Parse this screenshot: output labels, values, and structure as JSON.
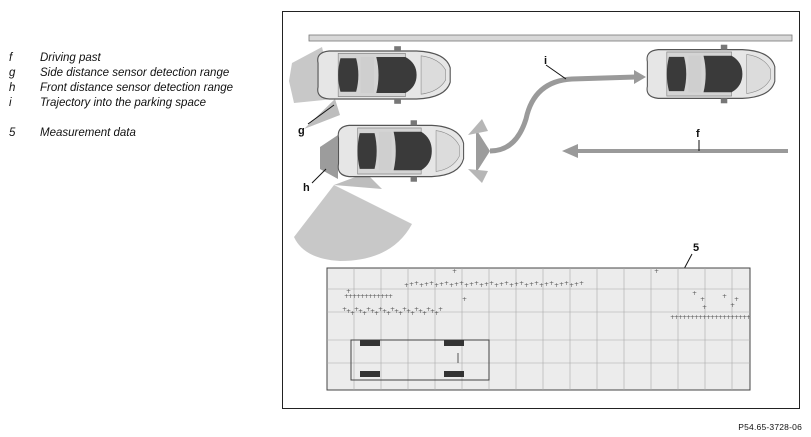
{
  "legend": [
    {
      "key": "f",
      "text": "Driving past"
    },
    {
      "key": "g",
      "text": "Side distance sensor detection range"
    },
    {
      "key": "h",
      "text": "Front distance sensor detection range"
    },
    {
      "key": "i",
      "text": "Trajectory into the parking space"
    },
    {
      "key": "5",
      "text": "Measurement data"
    }
  ],
  "callouts": {
    "f": "f",
    "g": "g",
    "h": "h",
    "i": "i",
    "measurement": "5"
  },
  "caption": "P54.65-3728-06",
  "colors": {
    "detection": "#c8c8c8",
    "car_body": "#e6e6e6",
    "glass": "#3a3a3a",
    "arrow": "#9a9a9a",
    "grid_bg": "#ececec",
    "wheel": "#333333"
  }
}
